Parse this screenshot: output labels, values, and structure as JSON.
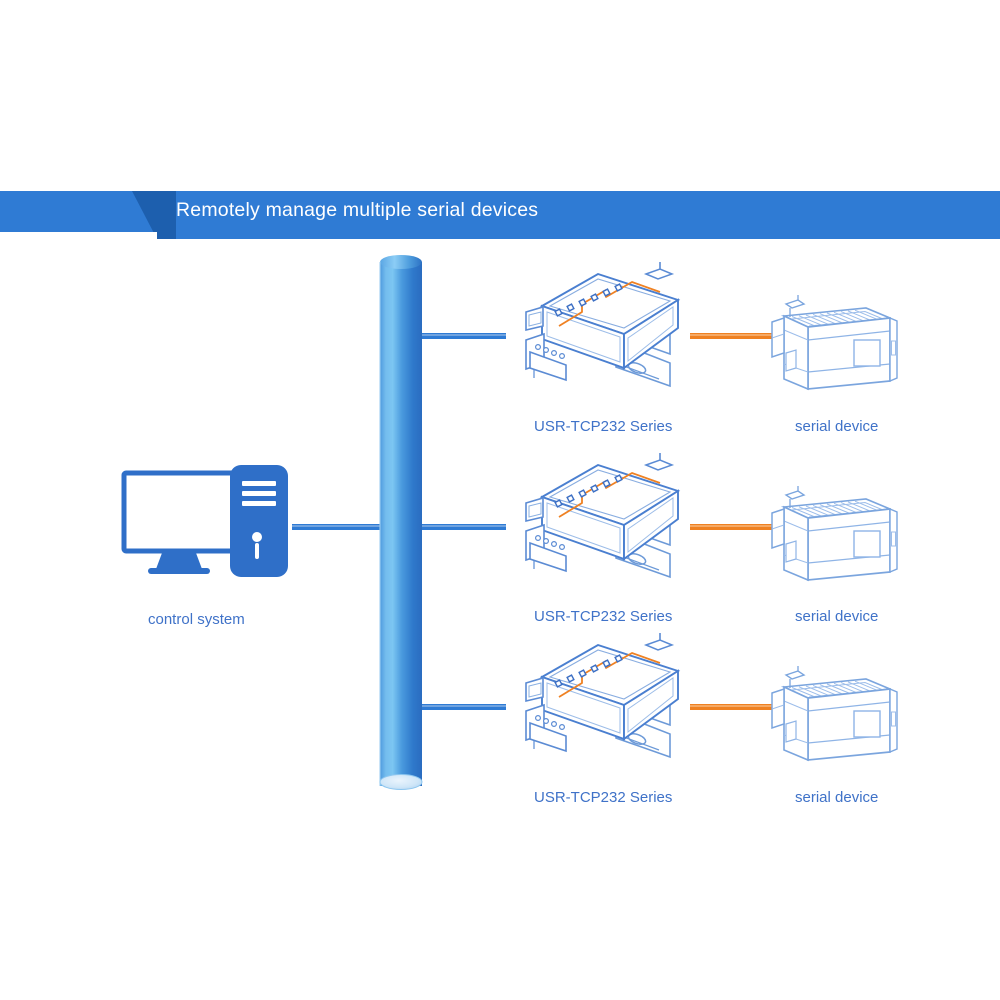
{
  "banner": {
    "title": "Remotely manage multiple serial devices",
    "fill_color": "#2f7bd4",
    "notch_color": "#1d5fae",
    "text_color": "#ffffff"
  },
  "colors": {
    "link_blue": "#2f7bd4",
    "link_orange": "#ef8122",
    "outline_blue": "#4a7fd0",
    "outline_light_blue": "#8fb4e6",
    "label_blue": "#3f72c8",
    "cylinder_light": "#7cc3f0",
    "cylinder_mid": "#3d92df",
    "cylinder_dark": "#2c6fc6",
    "device_fill": "#ffffff",
    "tower_fill": "#2f6fc8"
  },
  "nodes": {
    "control_system": {
      "label": "control system",
      "icon": "desktop-computer-icon"
    },
    "network_pillar": {
      "icon": "network-cylinder-icon",
      "label": ""
    },
    "gateways": [
      {
        "label": "USR-TCP232 Series",
        "icon": "serial-server-device-icon"
      },
      {
        "label": "USR-TCP232 Series",
        "icon": "serial-server-device-icon"
      },
      {
        "label": "USR-TCP232 Series",
        "icon": "serial-server-device-icon"
      }
    ],
    "serial_devices": [
      {
        "label": "serial device",
        "icon": "plc-device-icon"
      },
      {
        "label": "serial device",
        "icon": "plc-device-icon"
      },
      {
        "label": "serial device",
        "icon": "plc-device-icon"
      }
    ]
  },
  "links": {
    "control_to_pillar": {
      "color": "#2f7bd4",
      "kind": "ethernet"
    },
    "pillar_to_gateway": {
      "color": "#2f7bd4",
      "kind": "ethernet",
      "count": 3
    },
    "gateway_to_device": {
      "color": "#ef8122",
      "kind": "serial",
      "count": 3
    }
  }
}
